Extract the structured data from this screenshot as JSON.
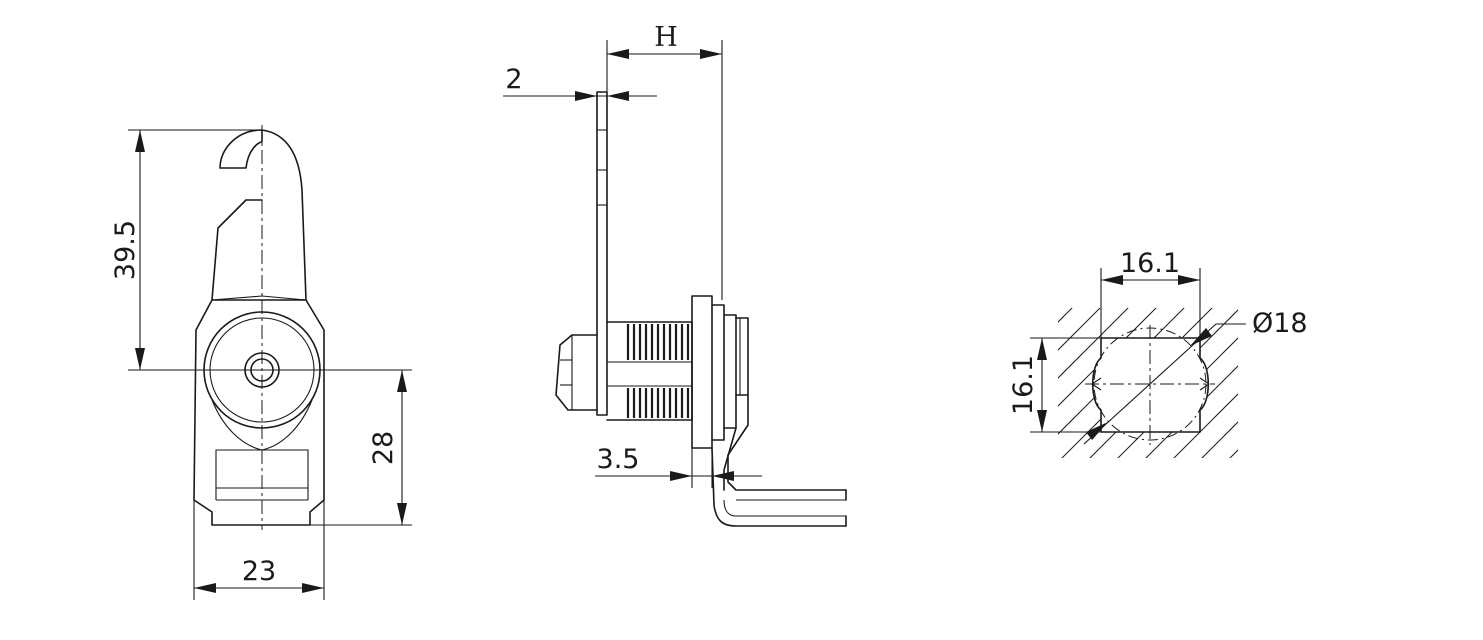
{
  "dimensions": {
    "front_height_upper": "39.5",
    "front_height_lower": "28",
    "front_width": "23",
    "side_H": "H",
    "side_thickness": "2",
    "side_offset": "3.5",
    "cutout_width": "16.1",
    "cutout_height": "16.1",
    "cutout_diameter": "Ø18"
  }
}
